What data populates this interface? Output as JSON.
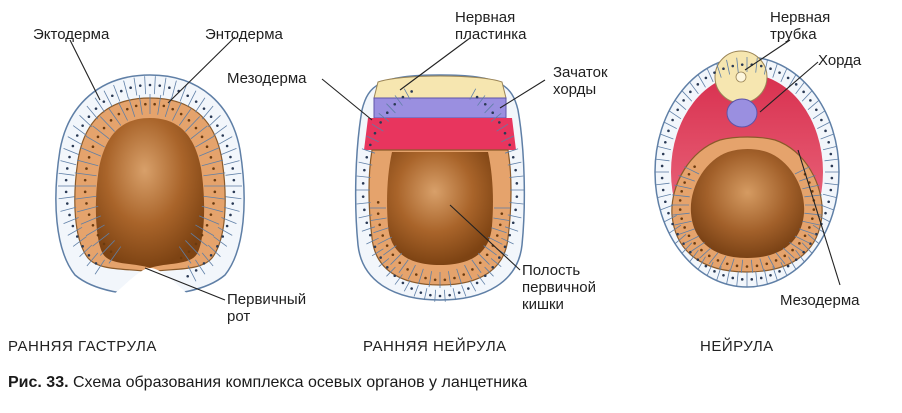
{
  "labels": {
    "ektoderma": "Эктодерма",
    "entoderma": "Энтодерма",
    "pervichny_rot": [
      "Первичный",
      "рот"
    ],
    "nervnaya_plastinka": [
      "Нервная",
      "пластинка"
    ],
    "mezoderma_1": "Мезодерма",
    "zachatok_hordy": [
      "Зачаток",
      "хорды"
    ],
    "polost": [
      "Полость",
      "первичной",
      "кишки"
    ],
    "nervnaya_trubka": [
      "Нервная",
      "трубка"
    ],
    "horda": "Хорда",
    "mezoderma_2": "Мезодерма"
  },
  "stages": {
    "early_gastrula": "РАННЯЯ  ГАСТРУЛА",
    "early_neurula": "РАННЯЯ НЕЙРУЛА",
    "neurula": "НЕЙРУЛА"
  },
  "caption": {
    "number": "Рис. 33.",
    "text": " Схема образования комплекса осевых органов у ланцетника"
  },
  "colors": {
    "ectoderm": "#f2f6fb",
    "ectoderm_outline": "#6f8fb3",
    "endoderm": "#e2a36c",
    "cavity": "#a55e22",
    "mesoderm": "#e8355e",
    "chorda": "#9a8fe0",
    "neural_plate": "#f6e6b0"
  }
}
